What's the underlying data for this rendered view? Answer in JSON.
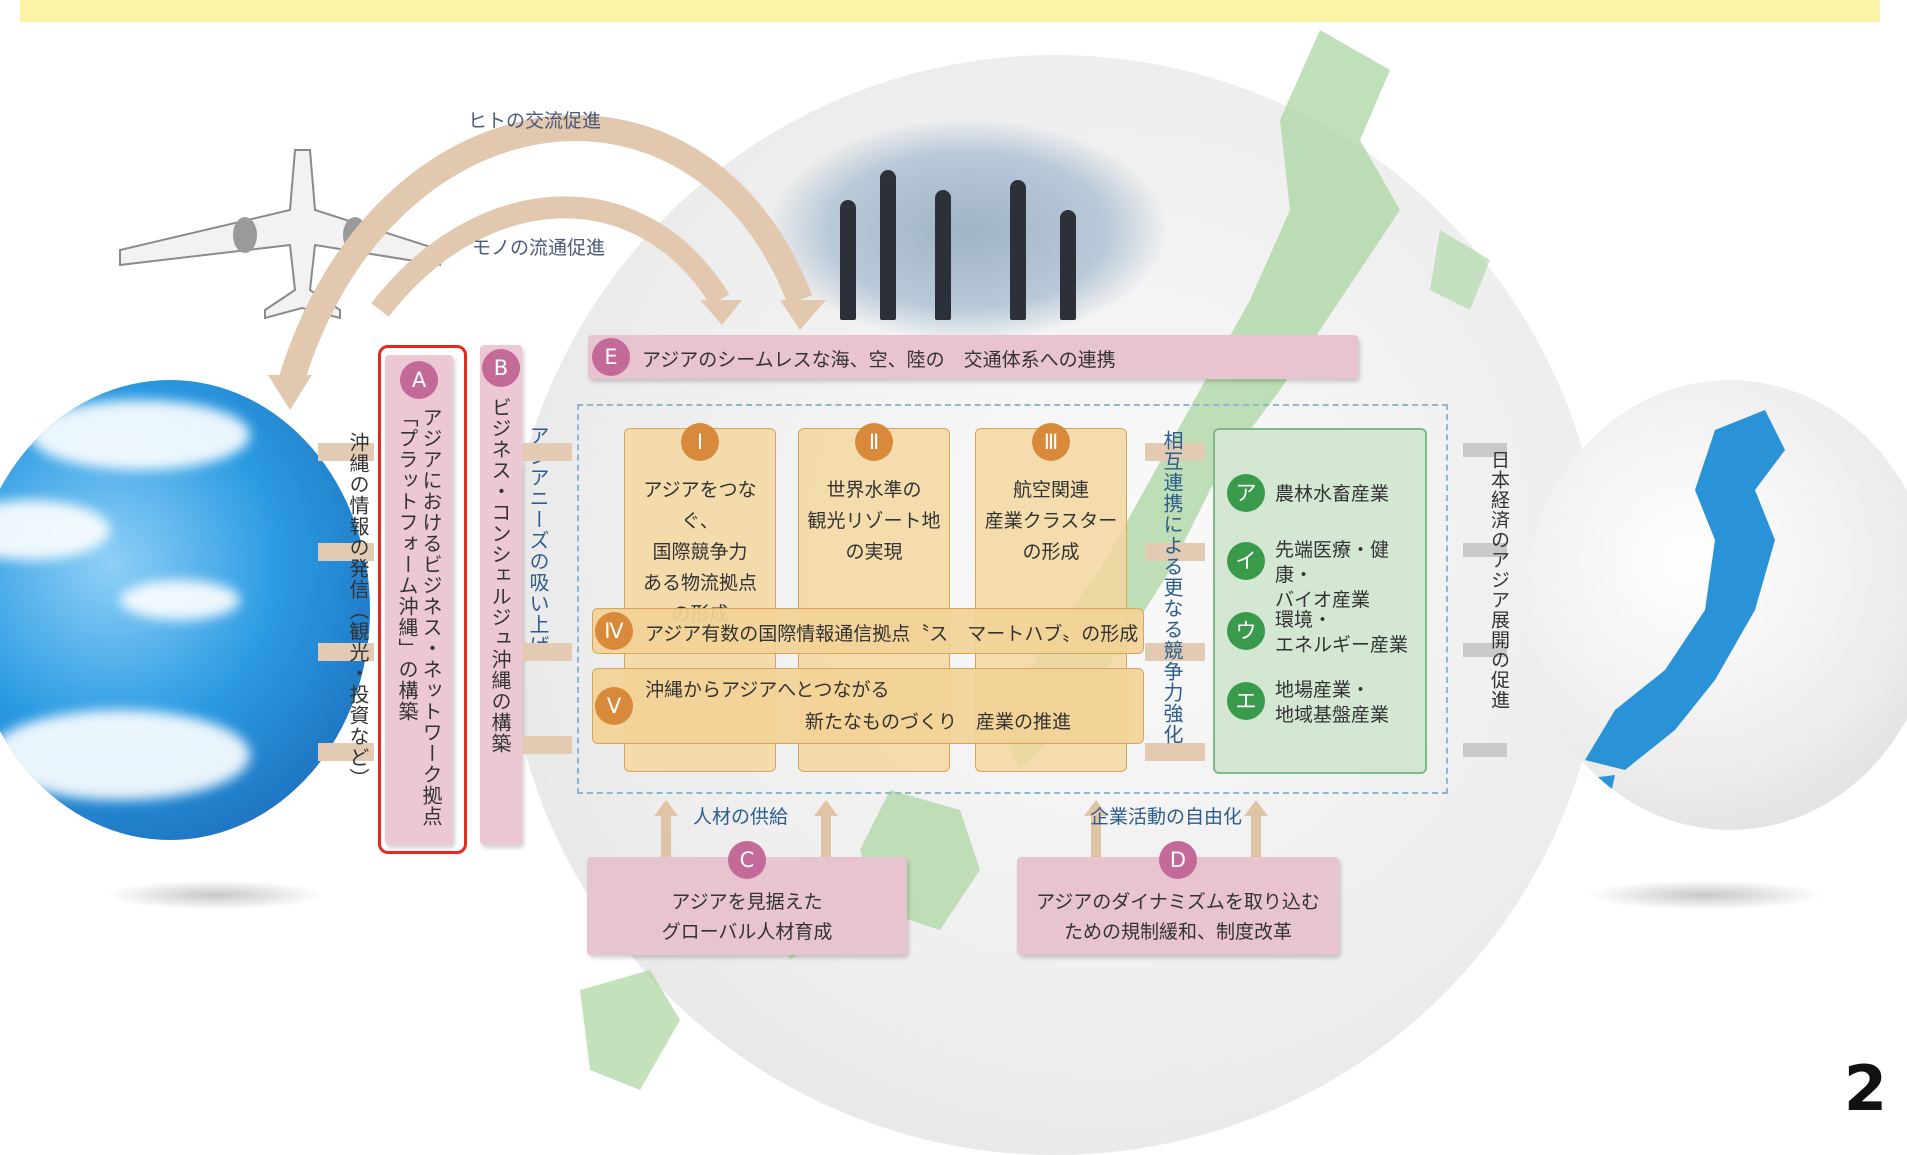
{
  "flows": {
    "people": "ヒトの交流促進",
    "goods": "モノの流通促進"
  },
  "pillars": {
    "a": {
      "badge": "A",
      "text": "アジアにおけるビジネス・ネットワーク拠点「プラットフォーム沖縄」の構築"
    },
    "b": {
      "badge": "B",
      "text": "ビジネス・コンシェルジュ沖縄の構築"
    }
  },
  "left_labels": {
    "info": "沖縄の情報の発信（観光・投資など）",
    "needs": "アジアニーズの吸い上げ"
  },
  "e_bar": {
    "badge": "E",
    "text": "アジアのシームレスな海、空、陸の　交通体系への連携"
  },
  "strategies": [
    {
      "badge": "Ⅰ",
      "lines": [
        "アジアをつなぐ、",
        "国際競争力",
        "ある物流拠点",
        "の形成"
      ]
    },
    {
      "badge": "Ⅱ",
      "lines": [
        "世界水準の",
        "観光リゾート地",
        "の実現"
      ]
    },
    {
      "badge": "Ⅲ",
      "lines": [
        "航空関連",
        "産業クラスター",
        "の形成"
      ]
    }
  ],
  "iv": {
    "badge": "Ⅳ",
    "text": "アジア有数の国際情報通信拠点〝ス　マートハブ〟の形成"
  },
  "v": {
    "badge": "Ⅴ",
    "line1": "沖縄からアジアへとつながる",
    "line2": "新たなものづくり　産業の推進"
  },
  "mutual": "相互連携による更なる競争力強化",
  "industries": [
    {
      "badge": "ア",
      "lines": [
        "農林水畜産業"
      ]
    },
    {
      "badge": "イ",
      "lines": [
        "先端医療・健康・",
        "バイオ産業"
      ]
    },
    {
      "badge": "ウ",
      "lines": [
        "環境・",
        "エネルギー産業"
      ]
    },
    {
      "badge": "エ",
      "lines": [
        "地場産業・",
        "地域基盤産業"
      ]
    }
  ],
  "japan_label": "日本経済のアジア展開の促進",
  "c": {
    "badge": "C",
    "label": "人材の供給",
    "line1": "アジアを見据えた",
    "line2": "グローバル人材育成"
  },
  "d": {
    "badge": "D",
    "label": "企業活動の自由化",
    "line1": "アジアのダイナミズムを取り込む",
    "line2": "ための規制緩和、制度改革"
  },
  "page_number": "2",
  "colors": {
    "pink": "#c46a98",
    "tan": "#d9893a",
    "green": "#3a9a4c",
    "highlight": "#e8271f"
  }
}
